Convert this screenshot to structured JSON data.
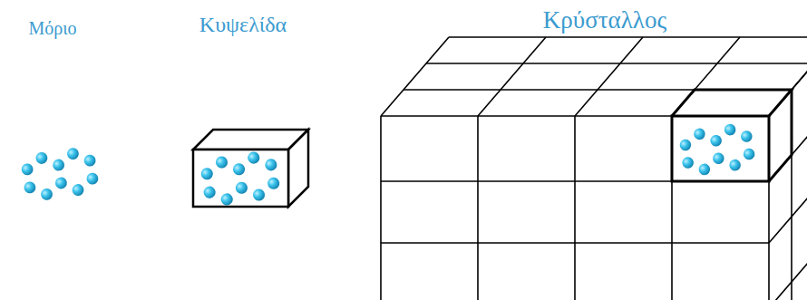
{
  "diagram": {
    "labels": [
      "Μόριο",
      "Κυψελίδα",
      "Κρύσταλλος"
    ]
  }
}
